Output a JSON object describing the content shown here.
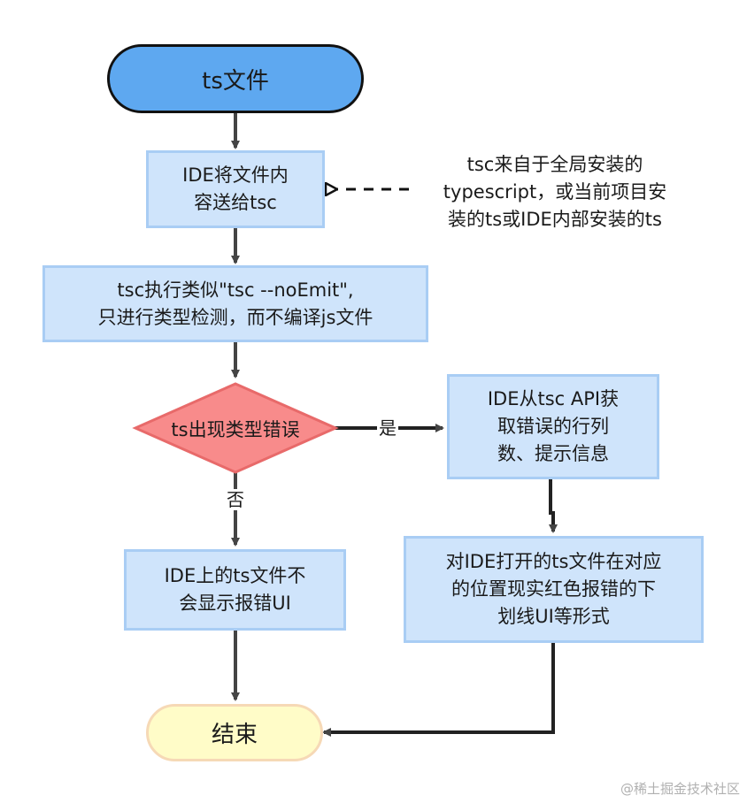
{
  "nodes": {
    "start": "ts文件",
    "ide_send": [
      "IDE将文件内",
      "容送给tsc"
    ],
    "note": [
      "tsc来自于全局安装的",
      "typescript，或当前项目安",
      "装的ts或IDE内部安装的ts"
    ],
    "tsc_exec": [
      "tsc执行类似\"tsc --noEmit\",",
      "只进行类型检测，而不编译js文件"
    ],
    "decision": "ts出现类型错误",
    "ide_get": [
      "IDE从tsc API获",
      "取错误的行列",
      "数、提示信息"
    ],
    "ide_show": [
      "对IDE打开的ts文件在对应",
      "的位置现实红色报错的下",
      "划线UI等形式"
    ],
    "ide_none": [
      "IDE上的ts文件不",
      "会显示报错UI"
    ],
    "end": "结束"
  },
  "edges": {
    "yes_label": "是",
    "no_label": "否"
  },
  "watermark": "@稀土掘金技术社区",
  "colors": {
    "start_fill": "#5ea8f0",
    "process_fill": "#cfe4fb",
    "process_border": "#a9cdf4",
    "decision_fill": "#f88b8b",
    "decision_border": "#e86a6a",
    "end_fill": "#fffcc8",
    "arrow": "#444444"
  }
}
